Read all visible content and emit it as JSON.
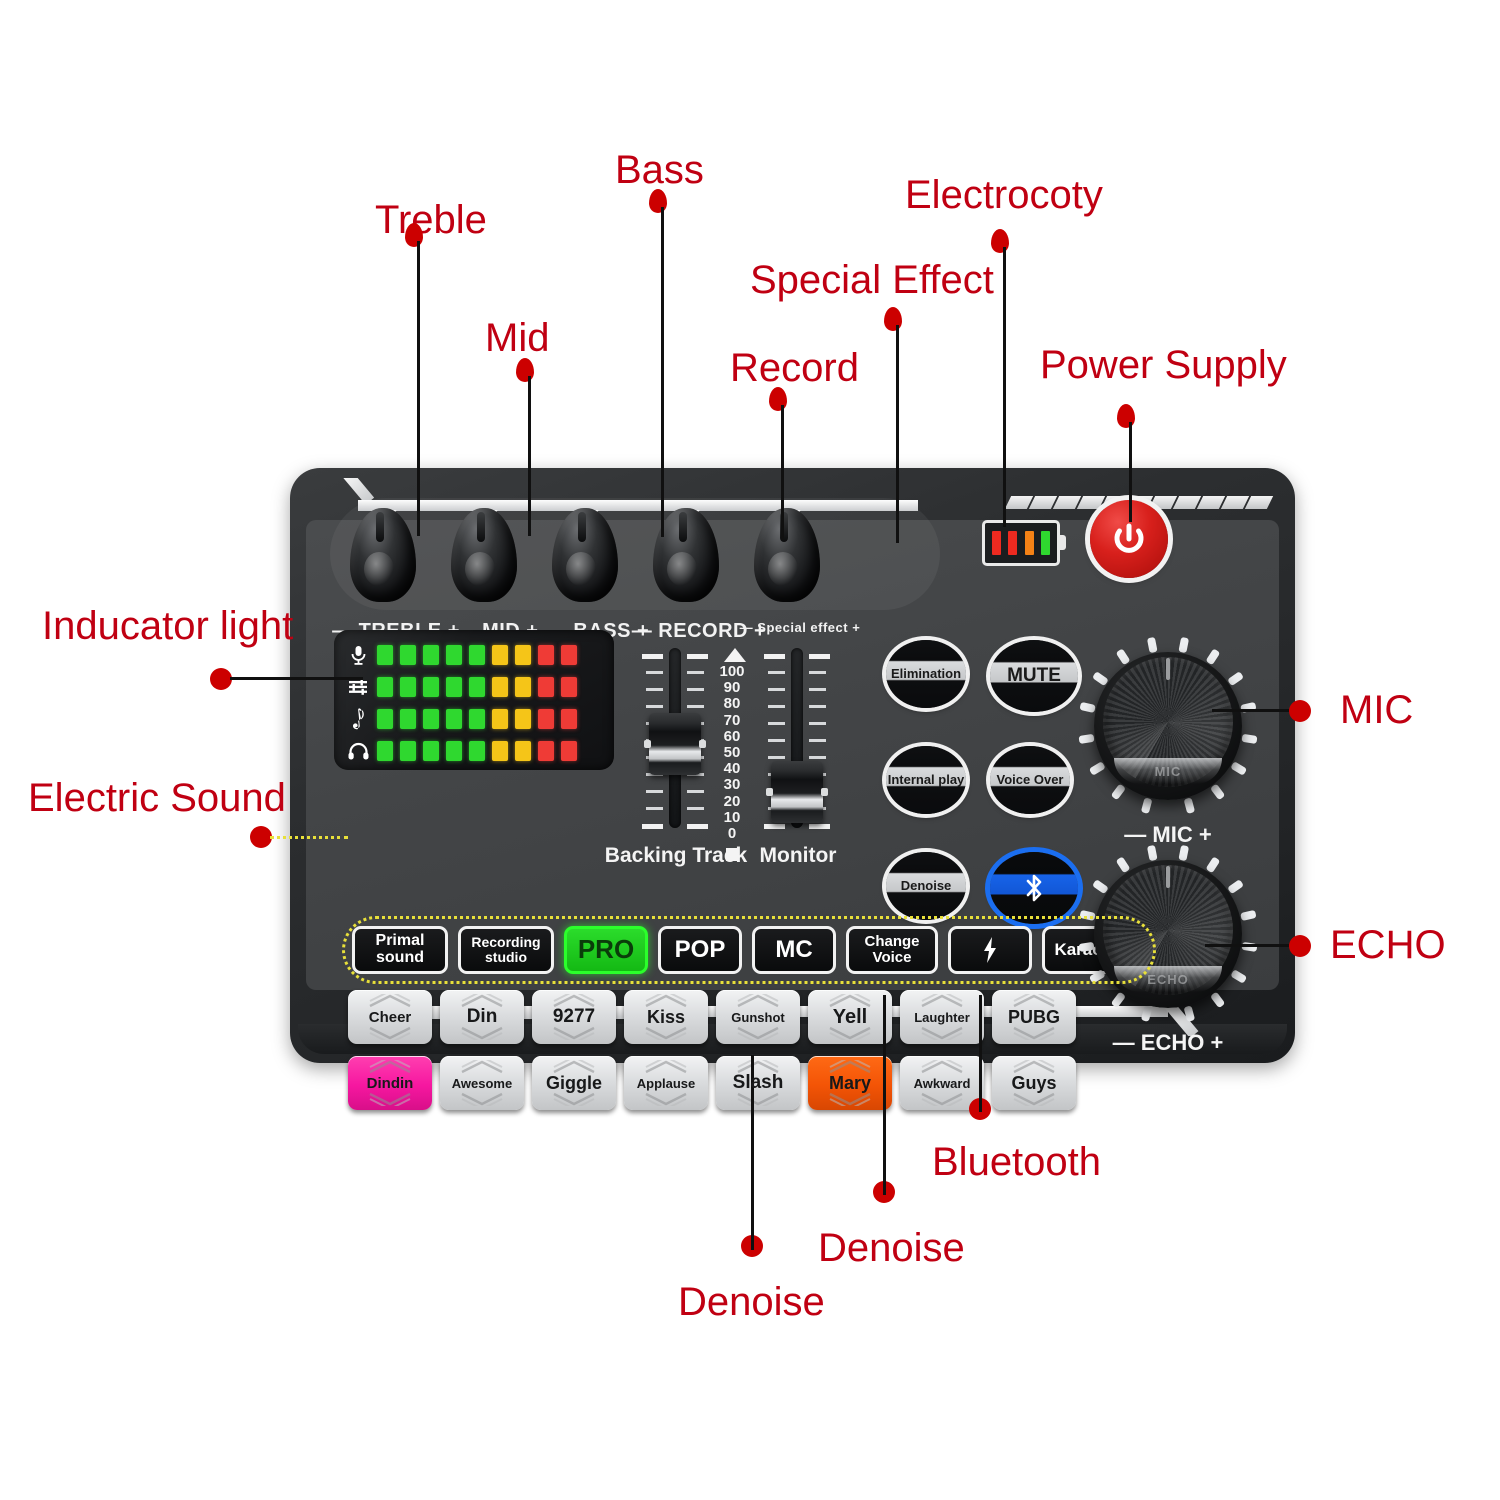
{
  "annotations": {
    "treble": "Treble",
    "mid": "Mid",
    "bass": "Bass",
    "record": "Record",
    "special_effect": "Special Effect",
    "electrocoty": "Electrocoty",
    "power_supply": "Power Supply",
    "inducator_light": "Inducator light",
    "electric_sound": "Electric Sound",
    "mic": "MIC",
    "echo": "ECHO",
    "denoise_left": "Denoise",
    "denoise_right": "Denoise",
    "bluetooth": "Bluetooth"
  },
  "colors": {
    "annotation_red": "#c00012",
    "dot_red": "#cc0000",
    "highlight_yellow": "#e8e03a",
    "led_green": "#2fd82f",
    "led_yellow": "#f5c518",
    "led_red": "#ef3b36",
    "power_red": "#d8201c",
    "bluetooth_blue": "#1763e8",
    "active_green": "#2bdc2b",
    "pad_pink": "#f617a0",
    "pad_orange": "#f35406"
  },
  "device": {
    "knobs_small": [
      {
        "id": "treble",
        "minus": "—",
        "label": "TREBLE",
        "plus": "+"
      },
      {
        "id": "mid",
        "minus": "—",
        "label": "MID",
        "plus": "+"
      },
      {
        "id": "bass",
        "minus": "—",
        "label": "BASS",
        "plus": "+"
      },
      {
        "id": "record",
        "minus": "—",
        "label": "RECORD",
        "plus": "+"
      },
      {
        "id": "special_effect",
        "minus": "—",
        "label": "Special effect",
        "plus": "+"
      }
    ],
    "battery": {
      "cells": [
        "#ee2a20",
        "#ee2a20",
        "#f58216",
        "#2fd82f"
      ]
    },
    "power_button": {
      "icon": "power-icon"
    },
    "led_panel": {
      "rows": [
        {
          "icon": "microphone-icon",
          "glyph": "🎙",
          "leds": [
            "g",
            "g",
            "g",
            "g",
            "g",
            "y",
            "y",
            "r",
            "r"
          ]
        },
        {
          "icon": "mixer-faders-icon",
          "glyph": "≣",
          "leds": [
            "g",
            "g",
            "g",
            "g",
            "g",
            "y",
            "y",
            "r",
            "r"
          ]
        },
        {
          "icon": "treble-clef-icon",
          "glyph": "𝄞",
          "leds": [
            "g",
            "g",
            "g",
            "g",
            "g",
            "y",
            "y",
            "r",
            "r"
          ]
        },
        {
          "icon": "headphones-icon",
          "glyph": "🎧",
          "leds": [
            "g",
            "g",
            "g",
            "g",
            "g",
            "y",
            "y",
            "r",
            "r"
          ]
        }
      ]
    },
    "faders": [
      {
        "id": "backing_track",
        "label": "Backing Track",
        "value": 50
      },
      {
        "id": "monitor",
        "label": "Monitor",
        "value": 20
      }
    ],
    "fader_scale": [
      "100",
      "90",
      "80",
      "70",
      "60",
      "50",
      "40",
      "30",
      "20",
      "10",
      "0"
    ],
    "round_buttons": [
      {
        "id": "elimination",
        "label": "Elimination",
        "size": "small",
        "style": "light"
      },
      {
        "id": "mute",
        "label": "MUTE",
        "size": "large",
        "style": "light"
      },
      {
        "id": "internal_play",
        "label": "Internal play",
        "size": "small",
        "style": "light"
      },
      {
        "id": "voice_over",
        "label": "Voice Over",
        "size": "small",
        "style": "light"
      },
      {
        "id": "denoise",
        "label": "Denoise",
        "size": "small",
        "style": "light"
      },
      {
        "id": "bluetooth",
        "label": "ᛗ",
        "size": "large",
        "style": "blue",
        "icon": "bluetooth-icon"
      }
    ],
    "effect_modes": [
      {
        "id": "primal_sound",
        "label": "Primal sound",
        "active": false,
        "width": 96,
        "fs": 16
      },
      {
        "id": "recording_studio",
        "label": "Recording studio",
        "active": false,
        "width": 96,
        "fs": 14
      },
      {
        "id": "pro",
        "label": "PRO",
        "active": true,
        "width": 84,
        "fs": 26
      },
      {
        "id": "pop",
        "label": "POP",
        "active": false,
        "width": 84,
        "fs": 24
      },
      {
        "id": "mc",
        "label": "MC",
        "active": false,
        "width": 84,
        "fs": 24
      },
      {
        "id": "change_voice",
        "label": "Change Voice",
        "active": false,
        "width": 92,
        "fs": 15
      },
      {
        "id": "electric",
        "label": "⚡",
        "active": false,
        "width": 84,
        "fs": 24,
        "icon": "lightning-bolt-icon"
      },
      {
        "id": "karaoke",
        "label": "Karaoke",
        "active": false,
        "width": 92,
        "fs": 17
      }
    ],
    "pads_row1": [
      {
        "id": "cheer",
        "label": "Cheer",
        "color": "grey",
        "fs": 15
      },
      {
        "id": "din",
        "label": "Din",
        "color": "grey",
        "fs": 19
      },
      {
        "id": "9277",
        "label": "9277",
        "color": "grey",
        "fs": 19
      },
      {
        "id": "kiss",
        "label": "Kiss",
        "color": "grey",
        "fs": 18
      },
      {
        "id": "gunshot",
        "label": "Gunshot",
        "color": "grey",
        "fs": 13
      },
      {
        "id": "yell",
        "label": "Yell",
        "color": "grey",
        "fs": 20
      },
      {
        "id": "laughter",
        "label": "Laughter",
        "color": "grey",
        "fs": 13
      },
      {
        "id": "pubg",
        "label": "PUBG",
        "color": "grey",
        "fs": 18
      }
    ],
    "pads_row2": [
      {
        "id": "dindin",
        "label": "Dindin",
        "color": "pink",
        "fs": 15
      },
      {
        "id": "awesome",
        "label": "Awesome",
        "color": "grey",
        "fs": 13
      },
      {
        "id": "giggle",
        "label": "Giggle",
        "color": "grey",
        "fs": 18
      },
      {
        "id": "applause",
        "label": "Applause",
        "color": "grey",
        "fs": 13
      },
      {
        "id": "slash",
        "label": "Slash",
        "color": "grey",
        "fs": 19
      },
      {
        "id": "mary",
        "label": "Mary",
        "color": "orange",
        "fs": 18
      },
      {
        "id": "awkward",
        "label": "Awkward",
        "color": "grey",
        "fs": 13
      },
      {
        "id": "guys",
        "label": "Guys",
        "color": "grey",
        "fs": 18
      }
    ],
    "knobs_big": [
      {
        "id": "mic",
        "minus": "—",
        "label": "MIC",
        "plus": "+",
        "etch": "MIC"
      },
      {
        "id": "echo",
        "minus": "—",
        "label": "ECHO",
        "plus": "+",
        "etch": "ECHO"
      }
    ]
  }
}
